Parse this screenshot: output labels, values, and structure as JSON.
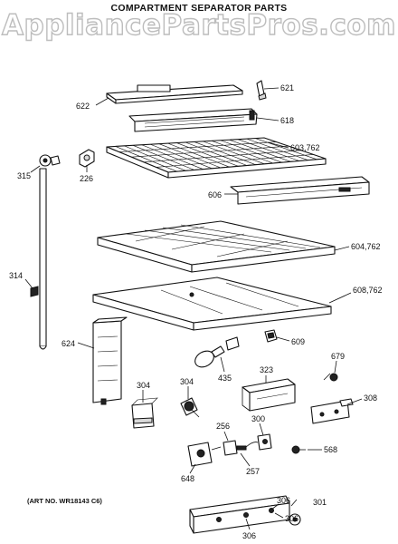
{
  "watermark": "AppliancePartsPros.com",
  "title": "COMPARTMENT SEPARATOR PARTS",
  "art_number": "(ART NO. WR18143 C6)",
  "callouts": [
    {
      "id": "c622",
      "text": "622"
    },
    {
      "id": "c621",
      "text": "621"
    },
    {
      "id": "c618",
      "text": "618"
    },
    {
      "id": "c603",
      "text": "603,762"
    },
    {
      "id": "c315",
      "text": "315"
    },
    {
      "id": "c226",
      "text": "226"
    },
    {
      "id": "c606",
      "text": "606"
    },
    {
      "id": "c604",
      "text": "604,762"
    },
    {
      "id": "c314",
      "text": "314"
    },
    {
      "id": "c608",
      "text": "608,762"
    },
    {
      "id": "c624",
      "text": "624"
    },
    {
      "id": "c609",
      "text": "609"
    },
    {
      "id": "c679",
      "text": "679"
    },
    {
      "id": "c304a",
      "text": "304"
    },
    {
      "id": "c304b",
      "text": "304"
    },
    {
      "id": "c435",
      "text": "435"
    },
    {
      "id": "c323",
      "text": "323"
    },
    {
      "id": "c308",
      "text": "308"
    },
    {
      "id": "c256",
      "text": "256"
    },
    {
      "id": "c300",
      "text": "300"
    },
    {
      "id": "c568",
      "text": "568"
    },
    {
      "id": "c648",
      "text": "648"
    },
    {
      "id": "c257",
      "text": "257"
    },
    {
      "id": "c306a",
      "text": "306"
    },
    {
      "id": "c306b",
      "text": "306"
    },
    {
      "id": "c306c",
      "text": "306"
    },
    {
      "id": "c301",
      "text": "301"
    }
  ]
}
